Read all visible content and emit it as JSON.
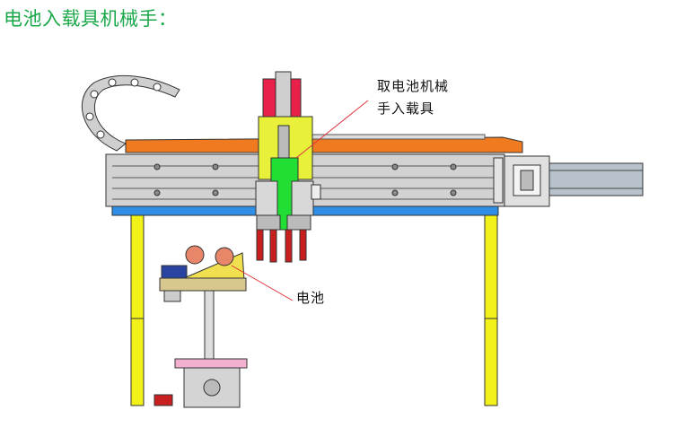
{
  "title": "电池入载具机械手：",
  "callouts": {
    "gripper_line1": "取电池机械",
    "gripper_line2": "手入载具",
    "battery": "电池"
  },
  "colors": {
    "title": "#1aa84a",
    "leader_line": "#e0303a",
    "rail_top": "#f07a20",
    "frame_leg": "#f2f21a",
    "base_strip": "#2f8fe6",
    "gripper_plate": "#e8f03a",
    "gripper_body": "#22dd33",
    "gripper_fingers": "#c81e1e",
    "battery": "#e8866a"
  }
}
